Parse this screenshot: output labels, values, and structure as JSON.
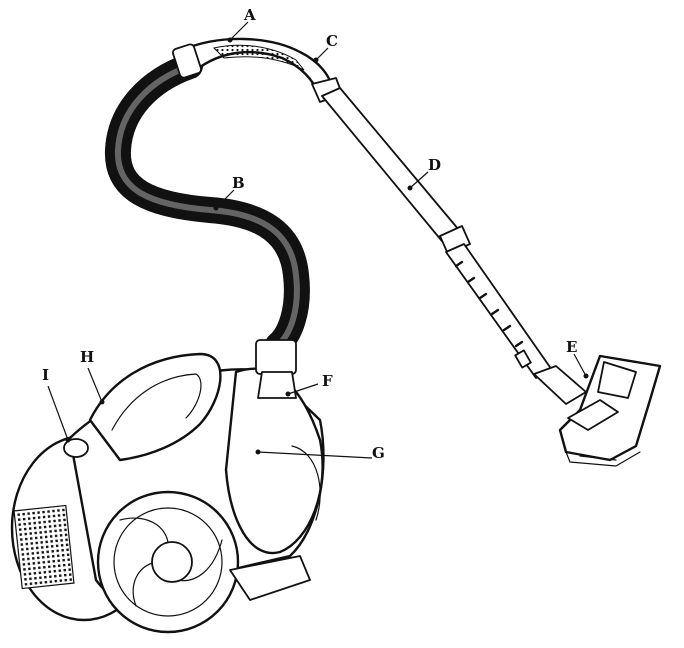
{
  "figure": {
    "subject": "canister-vacuum-cleaner-exploded-labels"
  },
  "callouts": [
    {
      "letter": "A",
      "part": "handle-grip"
    },
    {
      "letter": "B",
      "part": "flexible-hose"
    },
    {
      "letter": "C",
      "part": "handle-collar"
    },
    {
      "letter": "D",
      "part": "telescopic-tube"
    },
    {
      "letter": "E",
      "part": "floor-brush"
    },
    {
      "letter": "F",
      "part": "hose-inlet"
    },
    {
      "letter": "G",
      "part": "dust-container"
    },
    {
      "letter": "H",
      "part": "carry-handle"
    },
    {
      "letter": "I",
      "part": "power-button"
    }
  ],
  "colors": {
    "ink": "#111111",
    "paper": "#ffffff"
  }
}
